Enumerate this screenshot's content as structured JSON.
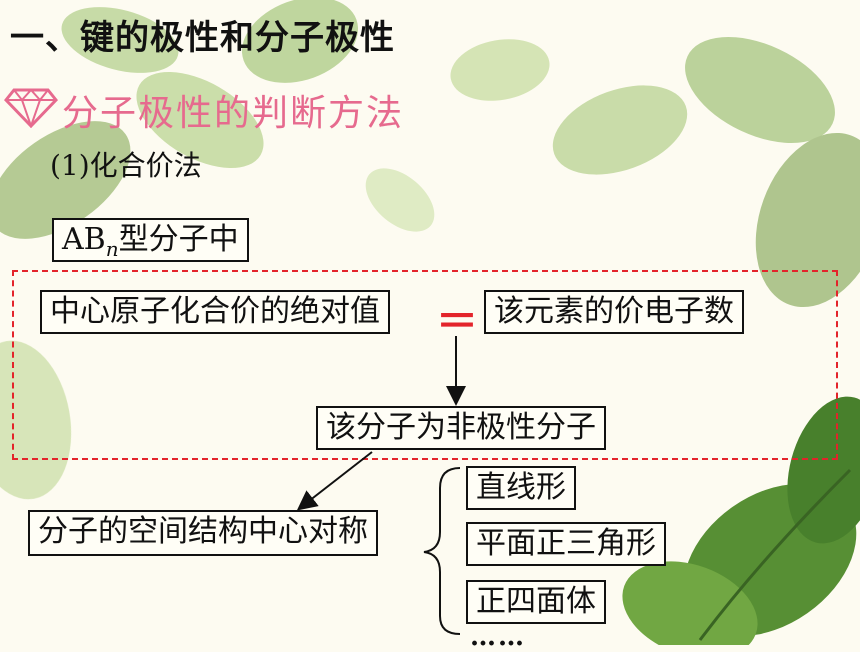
{
  "slide": {
    "title": "一、键的极性和分子极性",
    "subtitle": "分子极性的判断方法",
    "method": "(1)化合价法",
    "ab_prefix": "AB",
    "ab_sub": "n",
    "ab_suffix": "型分子中",
    "condition_left": "中心原子化合价的绝对值",
    "equals": "＝",
    "condition_right": "该元素的价电子数",
    "conclusion": "该分子为非极性分子",
    "structure": "分子的空间结构中心对称",
    "shapes": [
      "直线形",
      "平面正三角形",
      "正四面体"
    ],
    "ellipsis": "……"
  },
  "colors": {
    "accent_red": "#e3242b",
    "subtitle_pink": "#e66a8e",
    "leaf_green": "#6f9a3c"
  }
}
